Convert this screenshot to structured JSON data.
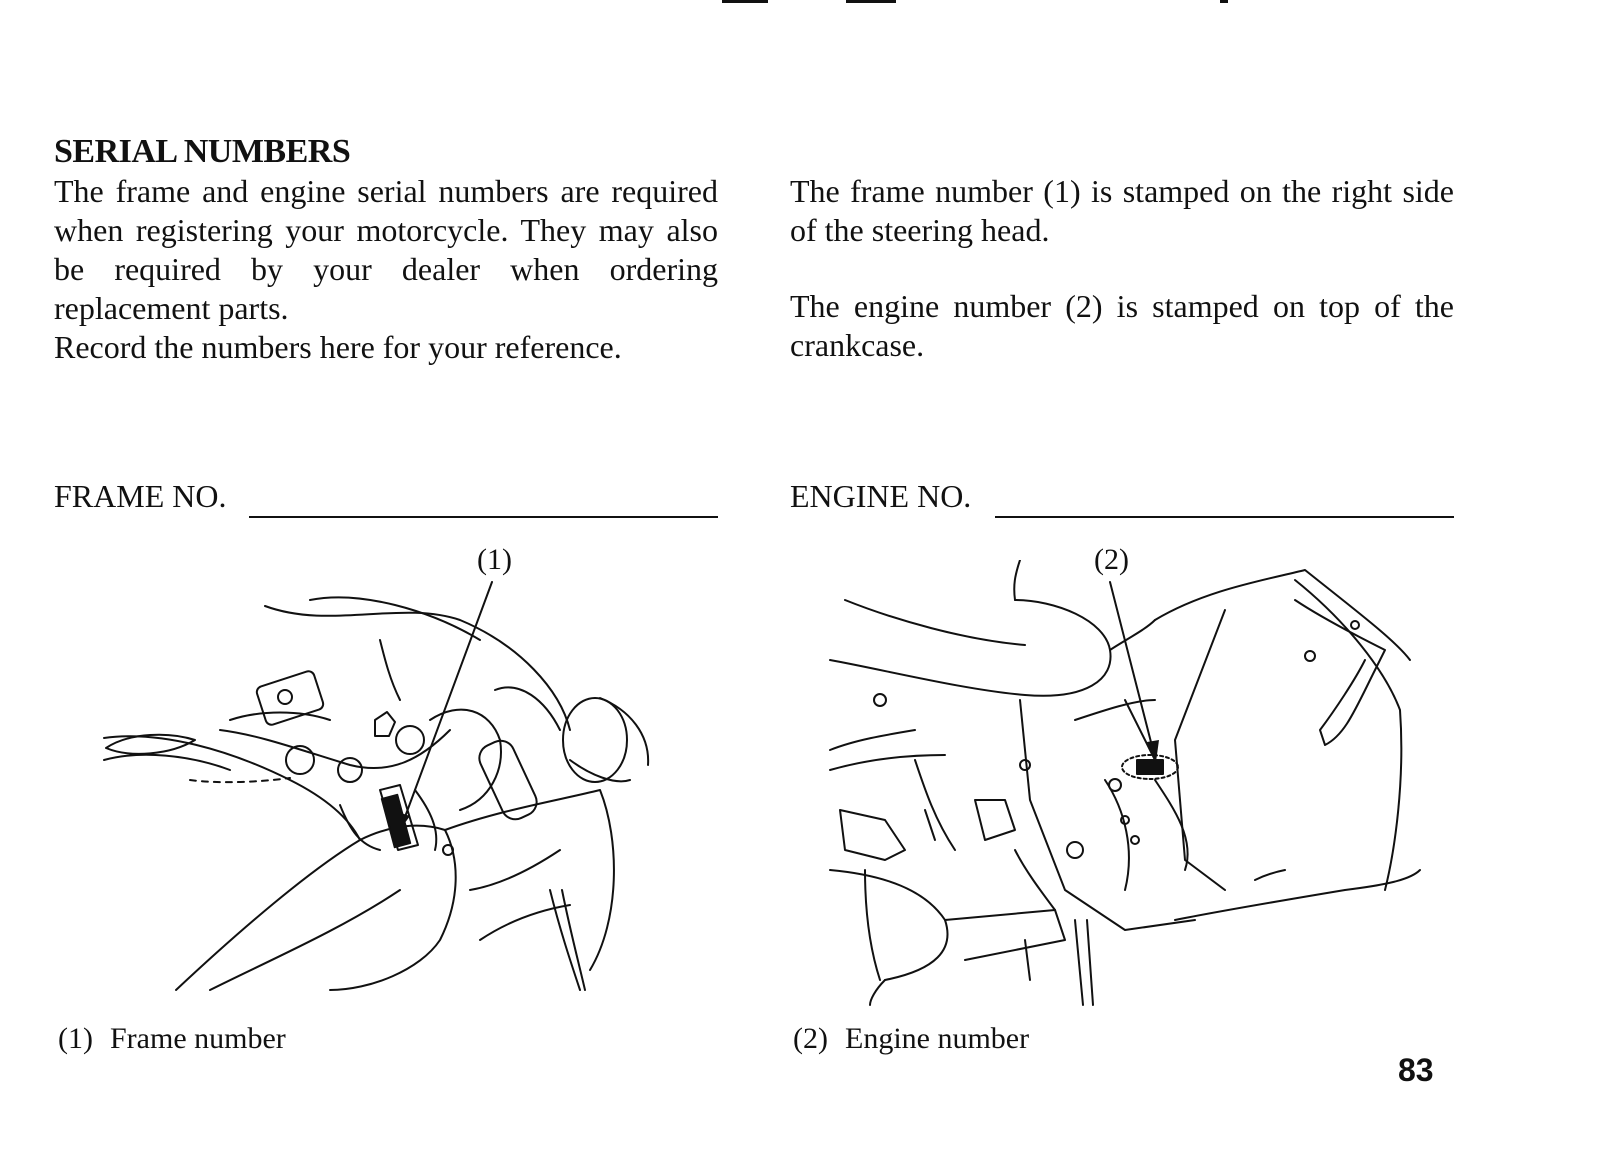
{
  "heading": "SERIAL NUMBERS",
  "left_paragraph": "The frame and engine serial numbers are required when registering your motorcycle. They may also be required by your dealer when ordering replacement parts.",
  "left_paragraph_2": "Record the numbers here for your reference.",
  "right_paragraph_1": "The frame number (1) is stamped on the right side of the steering head.",
  "right_paragraph_2": "The engine number (2) is stamped on top of the crankcase.",
  "fields": {
    "frame_label": "FRAME NO.",
    "engine_label": "ENGINE NO."
  },
  "figures": {
    "left_callout": "(1)",
    "right_callout": "(2)",
    "left_caption_num": "(1)",
    "left_caption_text": "Frame number",
    "right_caption_num": "(2)",
    "right_caption_text": "Engine number"
  },
  "page_number": "83"
}
